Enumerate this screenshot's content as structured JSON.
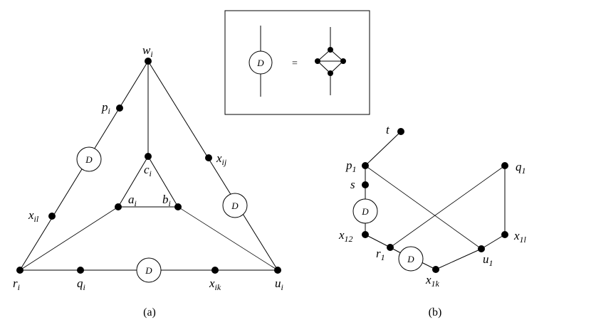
{
  "legend": {
    "gadget_label": "D",
    "equals": "="
  },
  "diagram_a": {
    "caption": "(a)",
    "gadget_label": "D",
    "nodes": {
      "w": {
        "base": "w",
        "sub": "i"
      },
      "p": {
        "base": "p",
        "sub": "i"
      },
      "x_il": {
        "base": "x",
        "sub": "il"
      },
      "r": {
        "base": "r",
        "sub": "i"
      },
      "q": {
        "base": "q",
        "sub": "i"
      },
      "x_ik": {
        "base": "x",
        "sub": "ik"
      },
      "u": {
        "base": "u",
        "sub": "i"
      },
      "x_ij": {
        "base": "x",
        "sub": "ij"
      },
      "c": {
        "base": "c",
        "sub": "i"
      },
      "a": {
        "base": "a",
        "sub": "i"
      },
      "b": {
        "base": "b",
        "sub": "i"
      }
    }
  },
  "diagram_b": {
    "caption": "(b)",
    "gadget_label": "D",
    "nodes": {
      "t": {
        "base": "t",
        "sub": ""
      },
      "p1": {
        "base": "p",
        "sub": "1"
      },
      "s": {
        "base": "s",
        "sub": ""
      },
      "x12": {
        "base": "x",
        "sub": "12"
      },
      "r1": {
        "base": "r",
        "sub": "1"
      },
      "x1k": {
        "base": "x",
        "sub": "1k"
      },
      "u1": {
        "base": "u",
        "sub": "1"
      },
      "x1l": {
        "base": "x",
        "sub": "1l"
      },
      "q1": {
        "base": "q",
        "sub": "1"
      }
    }
  }
}
